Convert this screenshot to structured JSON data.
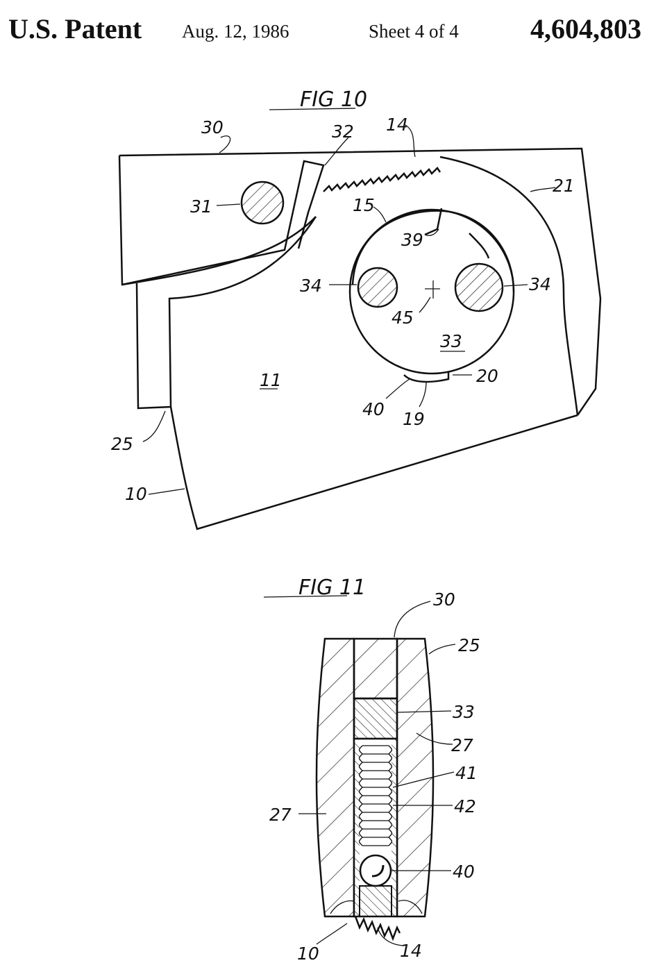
{
  "header": {
    "title": "U.S. Patent",
    "date": "Aug. 12, 1986",
    "sheet": "Sheet 4 of 4",
    "patent_number": "4,604,803"
  },
  "fig10": {
    "caption": "FIG 10",
    "labels": {
      "l30": "30",
      "l32": "32",
      "l14": "14",
      "l21": "21",
      "l31": "31",
      "l15": "15",
      "l39": "39",
      "l34a": "34",
      "l34b": "34",
      "l45": "45",
      "l33": "33",
      "l11": "11",
      "l20": "20",
      "l40": "40",
      "l19": "19",
      "l25": "25",
      "l10": "10"
    }
  },
  "fig11": {
    "caption": "FIG 11",
    "labels": {
      "l30": "30",
      "l25": "25",
      "l33": "33",
      "l27a": "27",
      "l41": "41",
      "l42": "42",
      "l27b": "27",
      "l40": "40",
      "l10": "10",
      "l14": "14"
    }
  }
}
